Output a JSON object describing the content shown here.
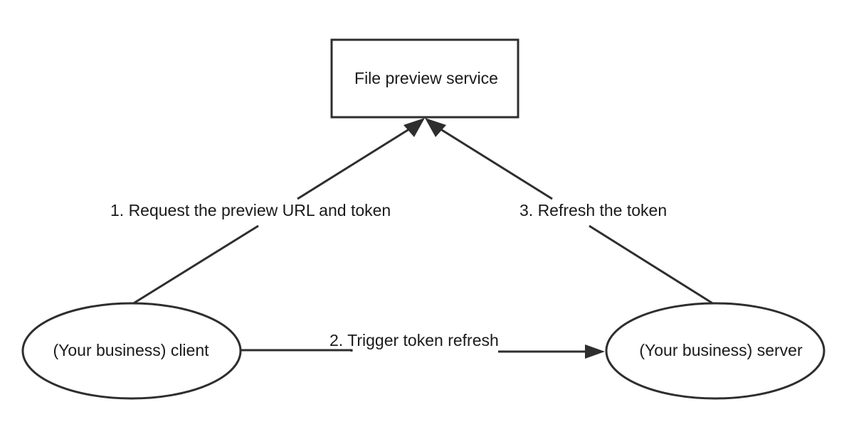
{
  "nodes": {
    "preview_service": {
      "label": "File preview service"
    },
    "client": {
      "label": "(Your business) client"
    },
    "server": {
      "label": "(Your business) server"
    }
  },
  "edges": {
    "request": {
      "label": "1. Request the preview URL and token"
    },
    "trigger": {
      "label": "2. Trigger token refresh"
    },
    "refresh": {
      "label": "3. Refresh the token"
    }
  },
  "colors": {
    "stroke": "#2e2e2e",
    "text": "#1a1a1a",
    "background": "#ffffff"
  }
}
